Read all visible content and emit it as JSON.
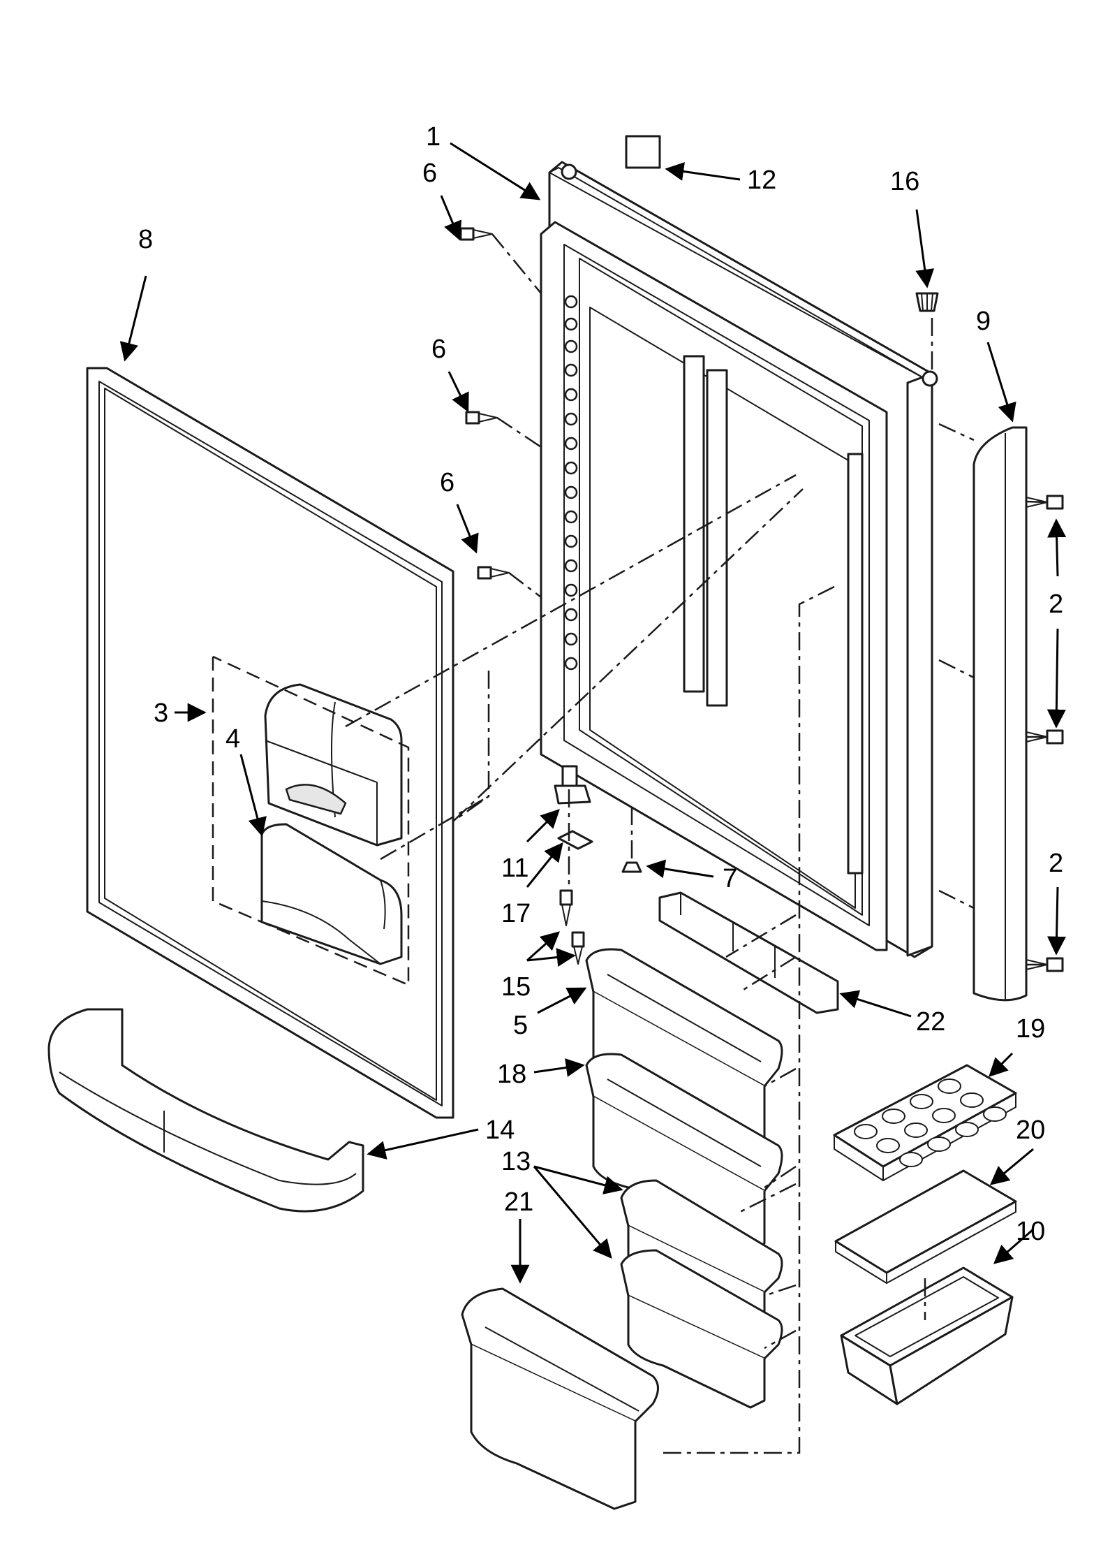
{
  "diagram": {
    "type": "exploded parts diagram",
    "colors": {
      "line": "#1a1a1a",
      "background": "#ffffff",
      "shade": "#e6e6e6"
    },
    "callouts": [
      "1",
      "2",
      "2",
      "3",
      "4",
      "5",
      "6",
      "6",
      "6",
      "7",
      "8",
      "9",
      "10",
      "11",
      "12",
      "13",
      "14",
      "15",
      "16",
      "17",
      "18",
      "19",
      "20",
      "21",
      "22"
    ]
  }
}
